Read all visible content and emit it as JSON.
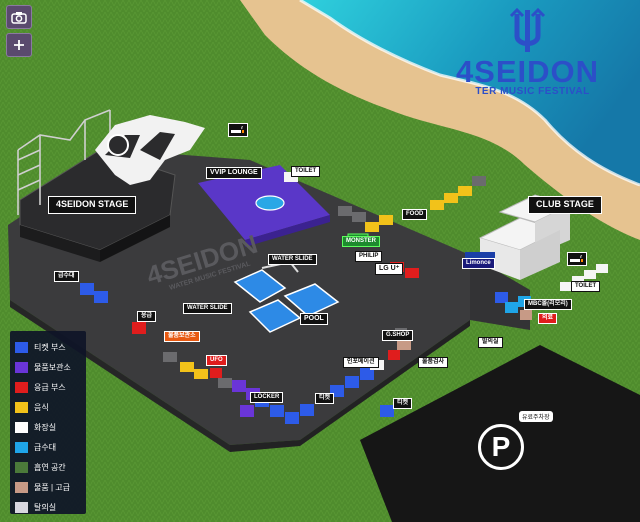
{
  "brand": {
    "title": "4SEIDON",
    "subtitle": "TER MUSIC FESTIVAL"
  },
  "controls": {
    "camera": "camera-icon",
    "zoom_in": "plus-icon"
  },
  "venue": {
    "ground_text": "4SEIDON",
    "ground_subtext": "WATER MUSIC FESTIVAL"
  },
  "labels": {
    "main_stage": "4SEIDON STAGE",
    "club_stage": "CLUB STAGE",
    "vvip_lounge": "VVIP LOUNGE",
    "toilet_1": "TOILET",
    "toilet_2": "TOILET",
    "food": "FOOD",
    "water_slide_1": "WATER SLIDE",
    "water_slide_2": "WATER SLIDE",
    "pool": "POOL",
    "locker": "LOCKER",
    "lgu": "LG U⁺",
    "philip": "PHILIP",
    "limonce": "Limonce",
    "monster": "MONSTER",
    "ufo": "UFO",
    "water_station": "급수대",
    "first_aid": "응급",
    "sponsor_1": "물품보관소",
    "gshop": "G.SHOP",
    "merch_mall": "MBC몰(리모리)",
    "sponsor_2": "인포메이션",
    "sponsor_3": "물품검사",
    "med_tent": "의료",
    "lost_found": "발의실",
    "ticket": "티켓",
    "ticket_2": "티켓",
    "parking": "유료주차장"
  },
  "legend": [
    {
      "label": "티켓 부스",
      "color": "#2d5be8"
    },
    {
      "label": "물품보관소",
      "color": "#6a35d8"
    },
    {
      "label": "응급 부스",
      "color": "#e01d1d"
    },
    {
      "label": "음식",
      "color": "#f2c21a"
    },
    {
      "label": "화장실",
      "color": "#ffffff"
    },
    {
      "label": "급수대",
      "color": "#1fa5e8"
    },
    {
      "label": "흡연 공간",
      "color": "#4b7a3a"
    },
    {
      "label": "물품 | 고급",
      "color": "#c79a86"
    },
    {
      "label": "탈의실",
      "color": "#d8d8e0"
    }
  ],
  "parking": {
    "symbol": "P"
  },
  "colors": {
    "grass": "#4e8a2c",
    "ground": "#3a3a3c",
    "sand": "#e7c48d",
    "sea": "#2bb3c9",
    "brand": "#2c4fc8"
  }
}
